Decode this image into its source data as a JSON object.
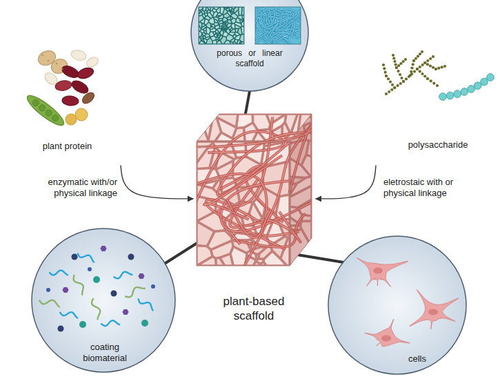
{
  "diagram": {
    "nodes": [
      {
        "text": [
          "porous or linear scaffold"
        ]
      },
      {
        "text": [
          "plant protein"
        ]
      },
      {
        "text": [
          "polysaccharide"
        ]
      },
      {
        "text": [
          "plant-based scaffold"
        ]
      },
      {
        "text": [
          "coating biomaterial"
        ]
      },
      {
        "text": [
          "cells"
        ]
      }
    ],
    "edges": [
      {
        "from": 1,
        "to": 3,
        "arrow": "to",
        "label": "enzymatic with/or physical linkage"
      },
      {
        "from": 2,
        "to": 3,
        "arrow": "to",
        "label": "eletrostaic with or physical linkage"
      },
      {
        "from": 0,
        "to": 3,
        "arrow": "none"
      },
      {
        "from": 4,
        "to": 3,
        "arrow": "none"
      },
      {
        "from": 5,
        "to": 3,
        "arrow": "none"
      }
    ]
  }
}
